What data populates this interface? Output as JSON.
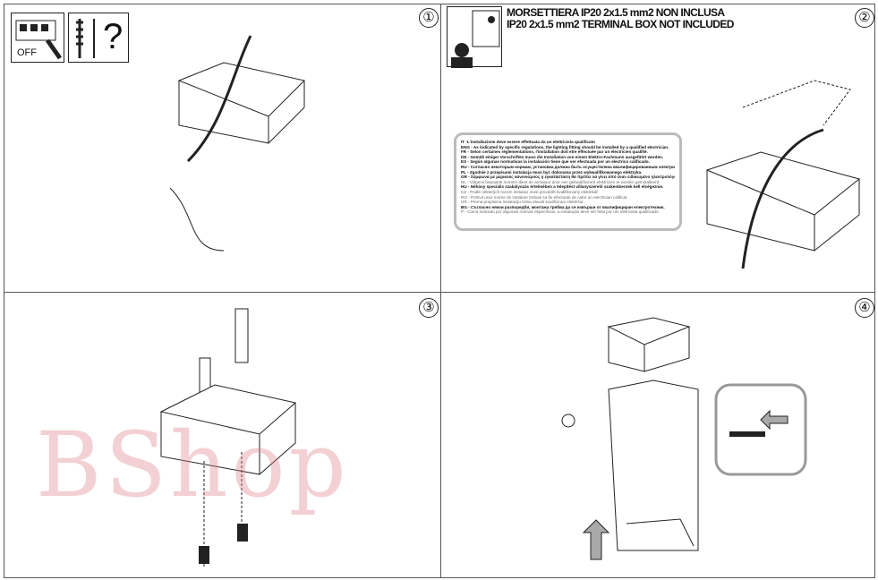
{
  "panels": [
    {
      "number": "①",
      "off_label": "OFF",
      "question": "?"
    },
    {
      "number": "②",
      "title_it": "MORSETTIERA IP20 2x1.5 mm2 NON INCLUSA",
      "title_en": "IP20 2x1.5 mm2 TERMINAL BOX NOT INCLUDED",
      "notice": [
        {
          "t": "IT -L'installazione deve essere effettuata da un elettricista qualificato",
          "s": "b"
        },
        {
          "t": "ENG - As indicated by specific regulations, the lighting fitting should be installed by a qualified electrician.",
          "s": "b"
        },
        {
          "t": "FR - Selon certaines réglementations, l'installation doit etre effectuée par un électricien qualifié.",
          "s": "b"
        },
        {
          "t": "DE - Gemäß einiger Vorschriften muss die Installation von einem Elektro-Fachmann ausgeführt werden.",
          "s": "b"
        },
        {
          "t": "ES - Según algunas normativas la instalación tiene que ser efectuada por un electrico calificado.",
          "s": "b"
        },
        {
          "t": "RU - Согласно некоторым нормам, установка должна быть осуществлена квалифицированным электриком.",
          "s": "b"
        },
        {
          "t": "PL - Zgodnie z przepisami instalacja musi być dokonana przez wykwalifikowanego elektryka.",
          "s": "b"
        },
        {
          "t": "GR - Σύμφωνα με μερικούς κανονισμούς η εγκατάσταση θα πρέπει να γίνει από έναν ειδικευμένο ηλεκτρολόγο.",
          "s": "b"
        },
        {
          "t": "NL - Volgens bepaalde normen dient de armatuur door een gekwalificeerd elektricien te worden geïnstalleerd.",
          "s": "l"
        },
        {
          "t": "HU - Néhány speciális szabályozás értelmében a telepítést villanyszerelő szakembernek kell elvégeznie.",
          "s": "b"
        },
        {
          "t": "CZ - Podle některých norem instalaci musí provádět kvalifikovaný elektrikář.",
          "s": "l"
        },
        {
          "t": "RO - Potrivit unor norme de instalare trebuie sa fie efectuate de catre un electrician calificat.",
          "s": "l"
        },
        {
          "t": "HR - Prema propisima instalaciju treba obaviti kvalificirani električar.",
          "s": "l"
        },
        {
          "t": "BG - Съгласно някои разпоредби, монтажа трябва да се извърши от квалифициран електротехник.",
          "s": "b"
        },
        {
          "t": "P - Como indicado por algumas normas específicas, a instalação deve ser feita por um eletricista qualificado.",
          "s": "l"
        }
      ]
    },
    {
      "number": "③"
    },
    {
      "number": "④"
    }
  ],
  "watermark": "BShop"
}
